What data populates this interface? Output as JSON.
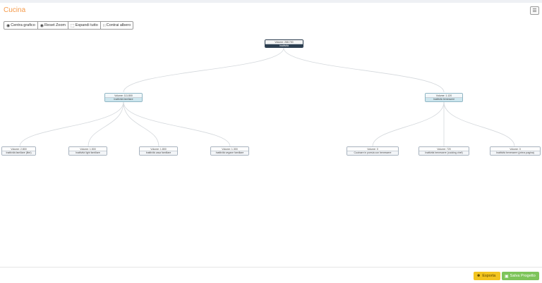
{
  "header": {
    "title": "Cucina",
    "menu_icon": "hamburger-icon"
  },
  "toolbar": {
    "buttons": [
      {
        "label": "Centra grafico",
        "icon": "target-icon"
      },
      {
        "label": "Reset Zoom",
        "icon": "refresh-icon"
      },
      {
        "label": "Espandi tutto",
        "icon": "expand-icon"
      },
      {
        "label": "Contrai albero",
        "icon": "collapse-icon"
      }
    ]
  },
  "tree": {
    "root": {
      "volume": "Volume: 268.700",
      "name": "Inattività"
    },
    "children": [
      {
        "volume": "Volume: 111.800",
        "name": "Inattività familiare",
        "children": [
          {
            "volume": "Volume: 2.800",
            "name": "Inattività familiare (libri)"
          },
          {
            "volume": "Volume: 1.500",
            "name": "Inattività light familiare"
          },
          {
            "volume": "Volume: 1.800",
            "name": "Inattività casa familiare"
          },
          {
            "volume": "Volume: 1.300",
            "name": "Inattività vegane familiare"
          }
        ]
      },
      {
        "volume": "Volume: 1.120",
        "name": "Inattività benessere",
        "children": [
          {
            "volume": "Volume: 0",
            "name": "Cucinare in poesia con benessere"
          },
          {
            "volume": "Volume: 720",
            "name": "Inattività benessere (cooking chef)"
          },
          {
            "volume": "Volume: 0",
            "name": "Inattività benessere (prima pagina)"
          }
        ]
      }
    ]
  },
  "footer": {
    "export_label": "Esporta",
    "save_label": "Salva Progetto"
  },
  "colors": {
    "title": "#f59a4a",
    "root_node": "#2c3e50",
    "mid_node": "#cde6ee",
    "export_button": "#f2c420",
    "save_button": "#7dc45a"
  }
}
